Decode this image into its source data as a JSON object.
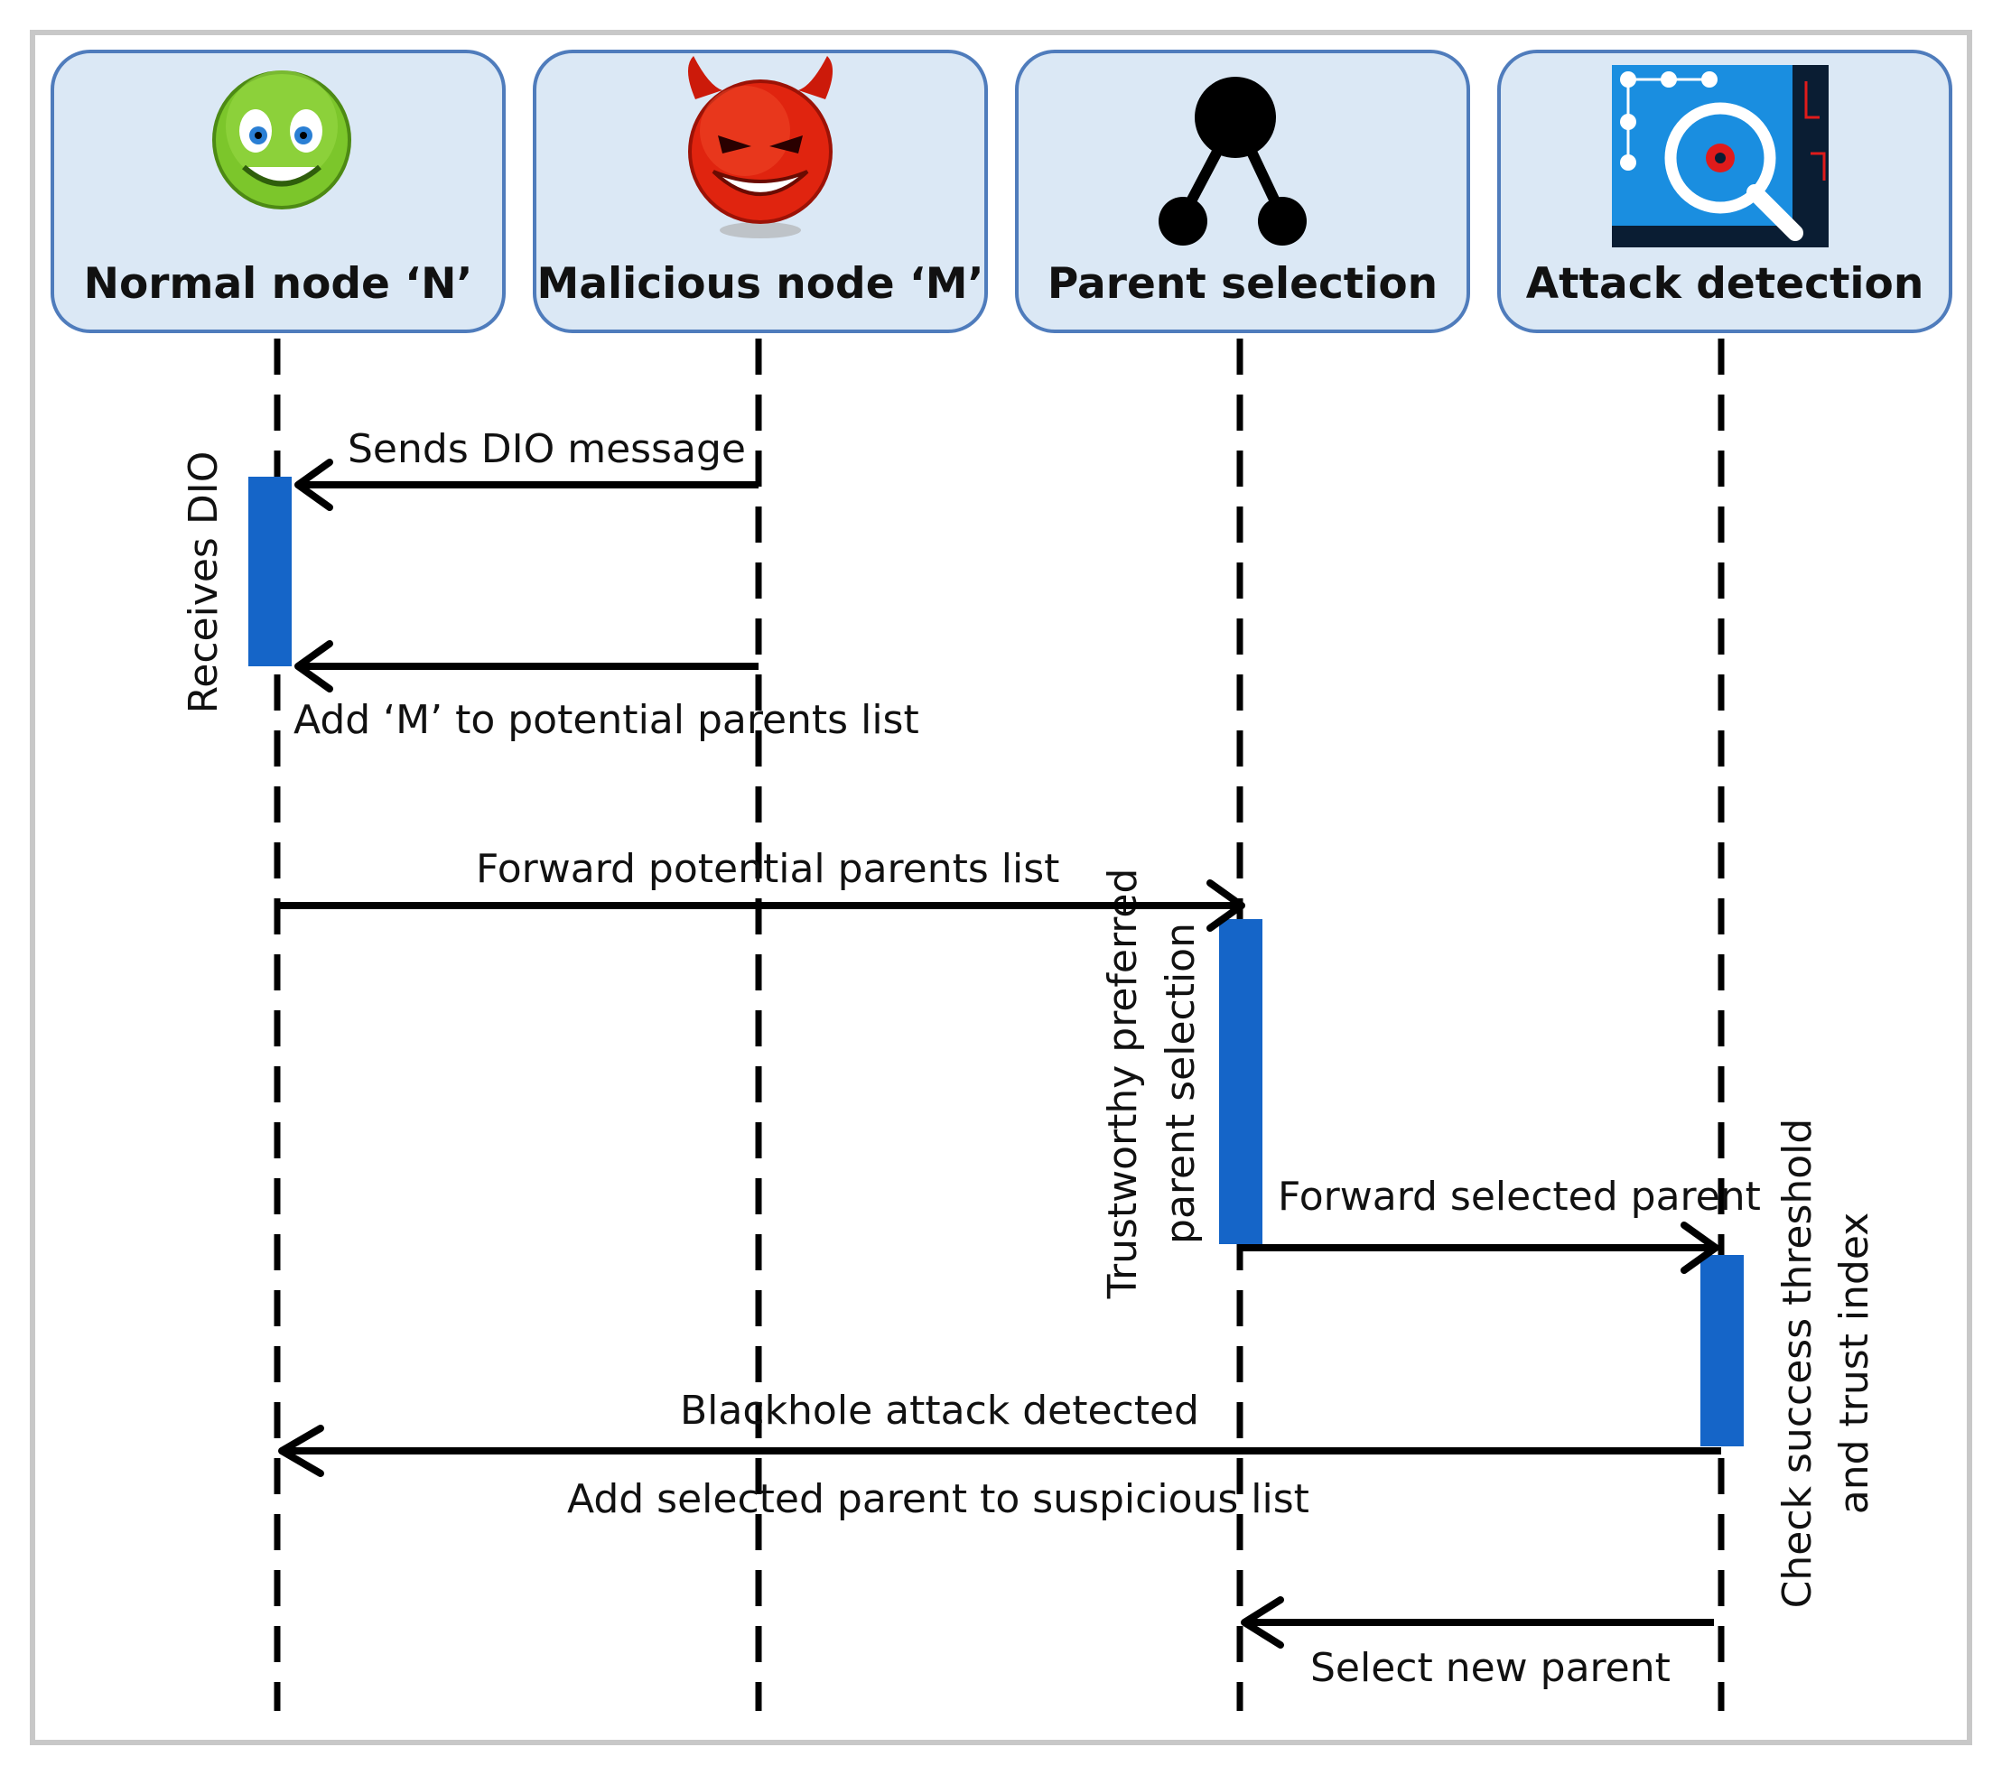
{
  "participants": [
    {
      "label": "Normal node ‘N’",
      "icon": "green-smiley-icon"
    },
    {
      "label": "Malicious node ‘M’",
      "icon": "red-devil-icon"
    },
    {
      "label": "Parent selection",
      "icon": "tree-node-icon"
    },
    {
      "label": "Attack detection",
      "icon": "magnifier-network-icon"
    }
  ],
  "messages": [
    {
      "from": "Malicious node ‘M’",
      "to": "Normal node ‘N’",
      "label": "Sends DIO message"
    },
    {
      "from": "Malicious node ‘M’",
      "to": "Normal node ‘N’",
      "label": "Add ‘M’ to potential parents list"
    },
    {
      "from": "Normal node ‘N’",
      "to": "Parent selection",
      "label": "Forward potential parents list"
    },
    {
      "from": "Parent selection",
      "to": "Attack detection",
      "label": "Forward selected parent"
    },
    {
      "from": "Attack detection",
      "to": "Normal node ‘N’",
      "label": "Blackhole attack detected"
    },
    {
      "from": "Attack detection",
      "to": "Normal node ‘N’",
      "label": "Add selected parent to suspicious list"
    },
    {
      "from": "Attack detection",
      "to": "Parent selection",
      "label": "Select new parent"
    }
  ],
  "activations": [
    {
      "participant": "Normal node ‘N’",
      "label_lines": [
        "Receives DIO"
      ]
    },
    {
      "participant": "Parent selection",
      "label_lines": [
        "Trustworthy preferred",
        "parent selection"
      ]
    },
    {
      "participant": "Attack detection",
      "label_lines": [
        "Check success threshold",
        "and trust index"
      ]
    }
  ],
  "colors": {
    "header_fill": "#dbe8f5",
    "header_border": "#4f7cbc",
    "activation": "#1565c8",
    "line": "#000000"
  }
}
